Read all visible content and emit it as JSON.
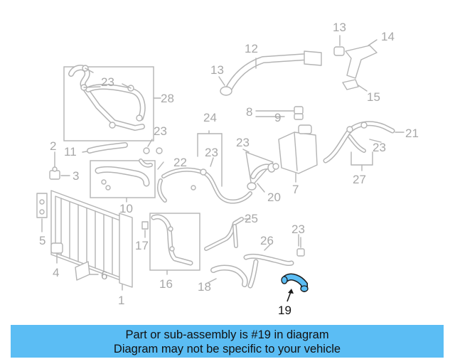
{
  "diagram": {
    "labels": [
      {
        "id": "1",
        "text": "1"
      },
      {
        "id": "2",
        "text": "2"
      },
      {
        "id": "3",
        "text": "3"
      },
      {
        "id": "4",
        "text": "4"
      },
      {
        "id": "5",
        "text": "5"
      },
      {
        "id": "6",
        "text": "6"
      },
      {
        "id": "7",
        "text": "7"
      },
      {
        "id": "8",
        "text": "8"
      },
      {
        "id": "9",
        "text": "9"
      },
      {
        "id": "10",
        "text": "10"
      },
      {
        "id": "11",
        "text": "11"
      },
      {
        "id": "12",
        "text": "12"
      },
      {
        "id": "13a",
        "text": "13"
      },
      {
        "id": "13b",
        "text": "13"
      },
      {
        "id": "14",
        "text": "14"
      },
      {
        "id": "15",
        "text": "15"
      },
      {
        "id": "16",
        "text": "16"
      },
      {
        "id": "17",
        "text": "17"
      },
      {
        "id": "18",
        "text": "18"
      },
      {
        "id": "19",
        "text": "19"
      },
      {
        "id": "20",
        "text": "20"
      },
      {
        "id": "21",
        "text": "21"
      },
      {
        "id": "22",
        "text": "22"
      },
      {
        "id": "23a",
        "text": "23"
      },
      {
        "id": "23b",
        "text": "23"
      },
      {
        "id": "23c",
        "text": "23"
      },
      {
        "id": "23d",
        "text": "23"
      },
      {
        "id": "23e",
        "text": "23"
      },
      {
        "id": "23f",
        "text": "23"
      },
      {
        "id": "24",
        "text": "24"
      },
      {
        "id": "25",
        "text": "25"
      },
      {
        "id": "26",
        "text": "26"
      },
      {
        "id": "27",
        "text": "27"
      },
      {
        "id": "28",
        "text": "28"
      }
    ],
    "highlighted_part": "19",
    "colors": {
      "line": "#b4b4b4",
      "highlight_part": "#5bbdf4",
      "notice_bg": "#5bbdf4"
    }
  },
  "notice": {
    "line1": "Part or sub-assembly is #19 in diagram",
    "line2": "Diagram may not be specific to your vehicle"
  }
}
